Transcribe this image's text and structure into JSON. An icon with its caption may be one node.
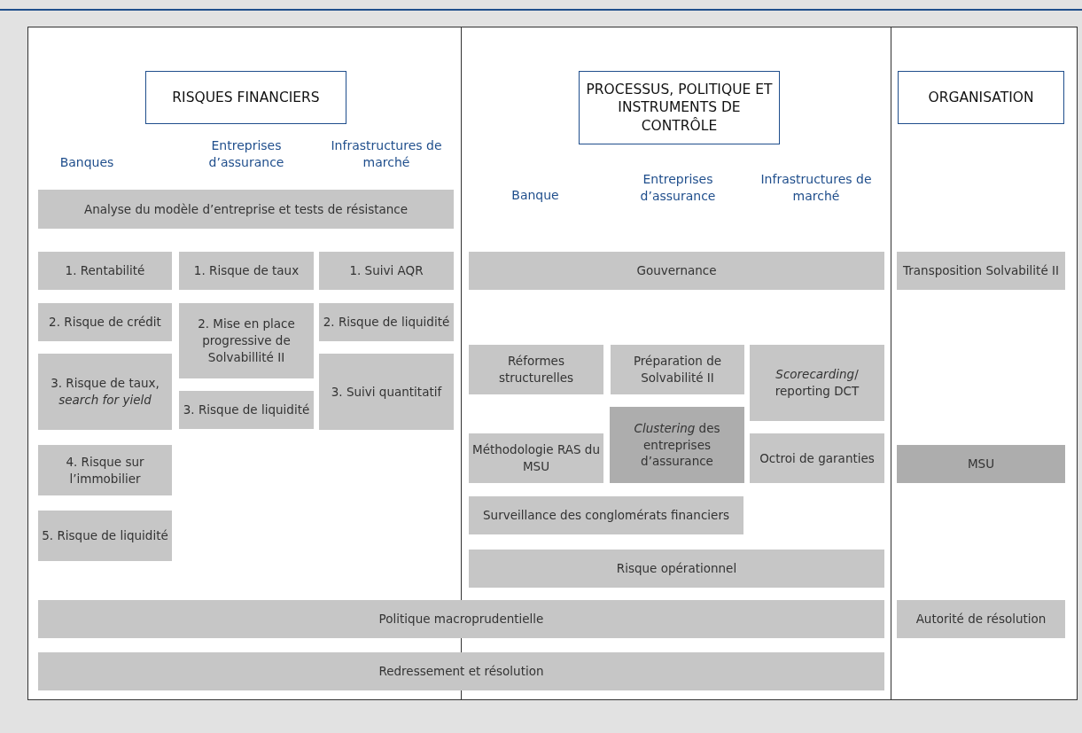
{
  "diagram": {
    "nodes": [
      {
        "text": [
          "RISQUES FINANCIERS"
        ]
      },
      {
        "text": [
          "PROCESSUS, POLITIQUE ET INSTRUMENTS DE CONTRÔLE"
        ]
      },
      {
        "text": [
          "ORGANISATION"
        ]
      },
      {
        "text": [
          "Analyse du modèle d’entreprise et tests de résistance"
        ]
      },
      {
        "text": [
          "1. Rentabilité"
        ]
      },
      {
        "text": [
          "1. Risque de taux"
        ]
      },
      {
        "text": [
          "1. Suivi AQR"
        ]
      },
      {
        "text": [
          "2. Risque de crédit"
        ]
      },
      {
        "text": [
          "2. Mise en place progressive de Solvabillité II"
        ]
      },
      {
        "text": [
          "2. Risque de liquidité"
        ]
      },
      {
        "text": [
          "3. Risque de taux, *search for yield*"
        ]
      },
      {
        "text": [
          "3. Risque de liquidité"
        ]
      },
      {
        "text": [
          "3. Suivi quantitatif"
        ]
      },
      {
        "text": [
          "4. Risque sur l’immobilier"
        ]
      },
      {
        "text": [
          "5. Risque de liquidité"
        ]
      },
      {
        "text": [
          "Gouvernance"
        ]
      },
      {
        "text": [
          "Transposition Solvabilité II"
        ]
      },
      {
        "text": [
          "Réformes structurelles"
        ]
      },
      {
        "text": [
          "Préparation de Solvabilité II"
        ]
      },
      {
        "text": [
          "*Scorecarding*/ reporting DCT"
        ]
      },
      {
        "text": [
          "Méthodologie RAS du MSU"
        ]
      },
      {
        "text": [
          "*Clustering* des entreprises d’assurance"
        ]
      },
      {
        "text": [
          "Octroi de garanties"
        ]
      },
      {
        "text": [
          "Surveillance des conglomérats financiers"
        ]
      },
      {
        "text": [
          "Risque opérationnel"
        ]
      },
      {
        "text": [
          "MSU"
        ]
      },
      {
        "text": [
          "Politique macroprudentielle"
        ]
      },
      {
        "text": [
          "Autorité de résolution"
        ]
      },
      {
        "text": [
          "Redressement et résolution"
        ]
      }
    ],
    "edges": [],
    "labels": [
      "Banques",
      "Entreprises d’assurance",
      "Infrastructures de marché",
      "Banque",
      "Entreprises d’assurance",
      "Infrastructures de marché"
    ]
  }
}
